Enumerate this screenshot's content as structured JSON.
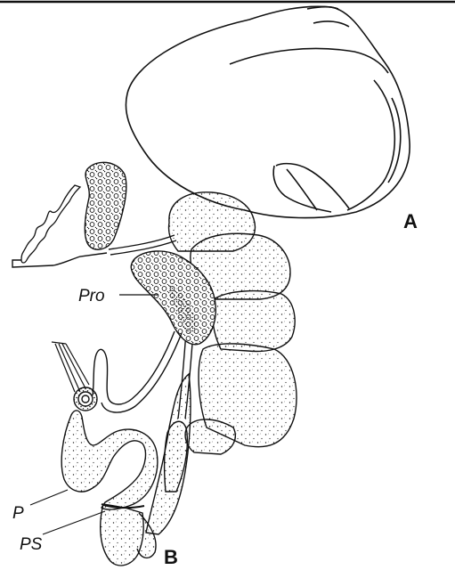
{
  "figure": {
    "panel_labels": {
      "a": "A",
      "b": "B"
    },
    "structure_labels": {
      "prostate": "Pro",
      "penis": "P",
      "penis_sheath": "PS"
    },
    "colors": {
      "ink": "#111111",
      "paper": "#ffffff"
    }
  }
}
